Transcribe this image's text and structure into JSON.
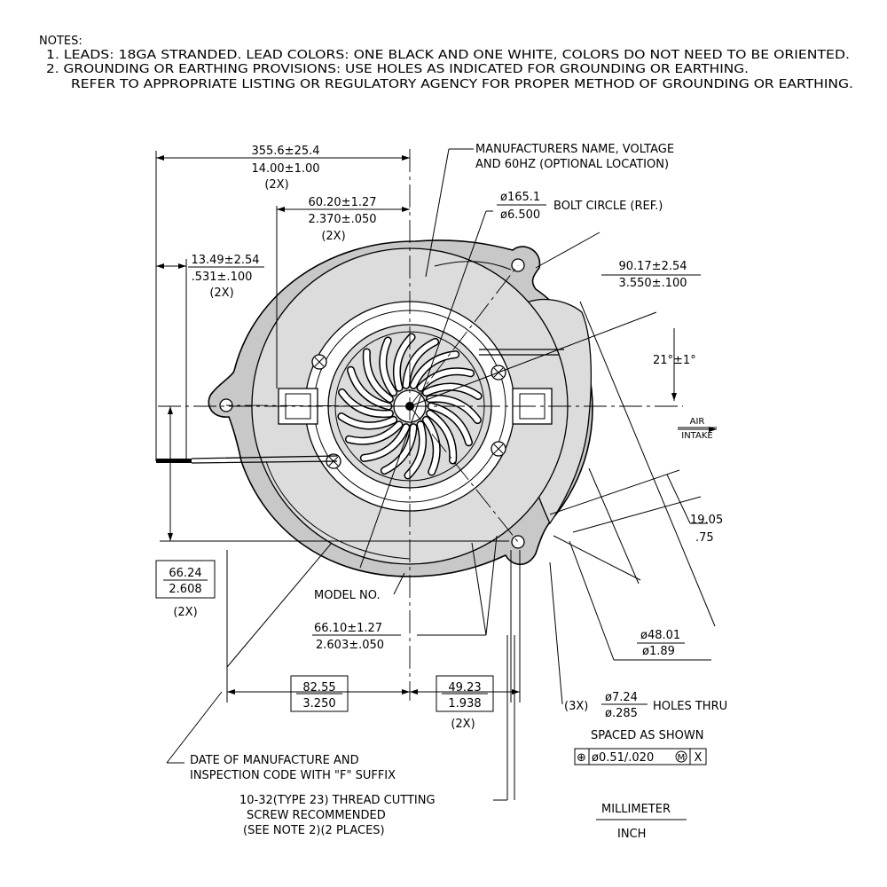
{
  "notes": {
    "heading": "NOTES:",
    "line1": "1. LEADS: 18GA STRANDED. LEAD COLORS: ONE BLACK AND ONE WHITE, COLORS DO NOT NEED TO BE ORIENTED.",
    "line2": "2. GROUNDING OR EARTHING PROVISIONS: USE HOLES AS INDICATED FOR GROUNDING OR EARTHING.",
    "line3": "REFER TO APPROPRIATE LISTING OR REGULATORY AGENCY FOR PROPER METHOD OF GROUNDING OR EARTHING."
  },
  "dims": {
    "width_mm": "355.6±25.4",
    "width_in": "14.00±1.00",
    "width_count": "(2X)",
    "lead_offset_mm": "60.20±1.27",
    "lead_offset_in": "2.370±.050",
    "lead_offset_count": "(2X)",
    "lead_gap_mm": "13.49±2.54",
    "lead_gap_in": ".531±.100",
    "lead_gap_count": "(2X)",
    "height_mm": "66.24",
    "height_in": "2.608",
    "height_count": "(2X)",
    "bolt_circle_mm": "ø165.1",
    "bolt_circle_in": "ø6.500",
    "bolt_circle_label": "BOLT CIRCLE (REF.)",
    "outlet_mm": "90.17±2.54",
    "outlet_in": "3.550±.100",
    "angle": "21°±1°",
    "offset_mm": "19.05",
    "offset_in": ".75",
    "bore_mm": "ø48.01",
    "bore_in": "ø1.89",
    "hub_mm": "66.10±1.27",
    "hub_in": "2.603±.050",
    "left_mm": "82.55",
    "left_in": "3.250",
    "right_mm": "49.23",
    "right_in": "1.938",
    "right_count": "(2X)"
  },
  "labels": {
    "manufacturer_1": "MANUFACTURERS NAME, VOLTAGE",
    "manufacturer_2": "AND 60HZ (OPTIONAL LOCATION)",
    "air_1": "AIR",
    "air_2": "INTAKE",
    "model": "MODEL NO.",
    "holes_count": "(3X)",
    "holes_mm": "ø7.24",
    "holes_in": "ø.285",
    "holes_label": "HOLES THRU",
    "spaced": "SPACED AS SHOWN",
    "tol_symbol": "⊕",
    "tol_value": "ø0.51/.020",
    "tol_mod": "M",
    "tol_ref": "X",
    "date_1": "DATE OF MANUFACTURE AND",
    "date_2": "INSPECTION CODE WITH \"F\" SUFFIX",
    "screw_1": "10-32(TYPE 23) THREAD CUTTING",
    "screw_2": "SCREW RECOMMENDED",
    "screw_3": "(SEE NOTE 2)(2 PLACES)",
    "units_top": "MILLIMETER",
    "units_bottom": "INCH"
  }
}
